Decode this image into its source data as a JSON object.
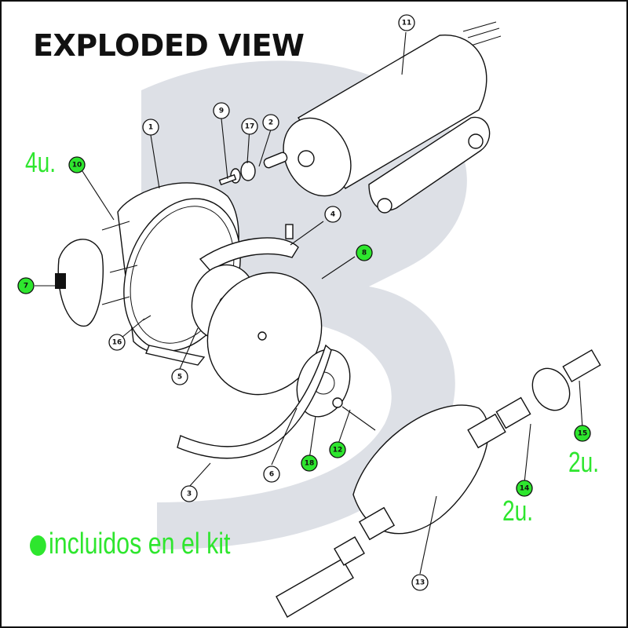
{
  "title": "EXPLODED VIEW",
  "colors": {
    "kit": "#2ee62e",
    "watermark": "#dde0e6",
    "text": "#111111"
  },
  "quantity_notes": {
    "bolts": "4u.",
    "hose_adapter": "2u.",
    "clamp": "2u."
  },
  "legend": {
    "label": "incluidos en el kit"
  },
  "callouts": [
    {
      "number": "1",
      "in_kit": false
    },
    {
      "number": "2",
      "in_kit": false
    },
    {
      "number": "3",
      "in_kit": false
    },
    {
      "number": "4",
      "in_kit": false
    },
    {
      "number": "5",
      "in_kit": false
    },
    {
      "number": "6",
      "in_kit": false
    },
    {
      "number": "7",
      "in_kit": true
    },
    {
      "number": "8",
      "in_kit": true
    },
    {
      "number": "9",
      "in_kit": false
    },
    {
      "number": "10",
      "in_kit": true
    },
    {
      "number": "11",
      "in_kit": false
    },
    {
      "number": "12",
      "in_kit": true
    },
    {
      "number": "13",
      "in_kit": false
    },
    {
      "number": "14",
      "in_kit": true
    },
    {
      "number": "15",
      "in_kit": true
    },
    {
      "number": "16",
      "in_kit": false
    },
    {
      "number": "17",
      "in_kit": false
    },
    {
      "number": "18",
      "in_kit": true
    }
  ]
}
